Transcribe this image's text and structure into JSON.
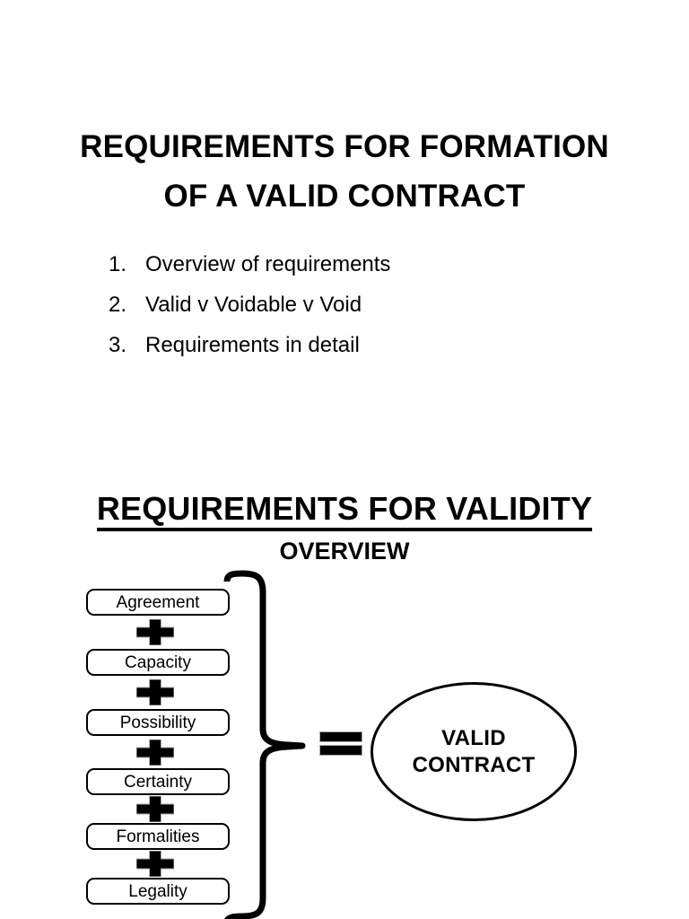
{
  "slide1": {
    "title_lines": [
      "REQUIREMENTS FOR FORMATION",
      "OF A VALID CONTRACT"
    ],
    "agenda": [
      {
        "num": "1.",
        "text": "Overview of requirements"
      },
      {
        "num": "2.",
        "text": "Valid v Voidable v Void"
      },
      {
        "num": "3.",
        "text": "Requirements in detail"
      }
    ]
  },
  "slide2": {
    "heading": "REQUIREMENTS FOR VALIDITY",
    "subheading": "OVERVIEW",
    "requirements": [
      "Agreement",
      "Capacity",
      "Possibility",
      "Certainty",
      "Formalities",
      "Legality"
    ],
    "result_lines": [
      "VALID",
      "CONTRACT"
    ],
    "colors": {
      "ink": "#000000",
      "shape_outline": "#a9a9a9",
      "background": "#ffffff"
    }
  }
}
